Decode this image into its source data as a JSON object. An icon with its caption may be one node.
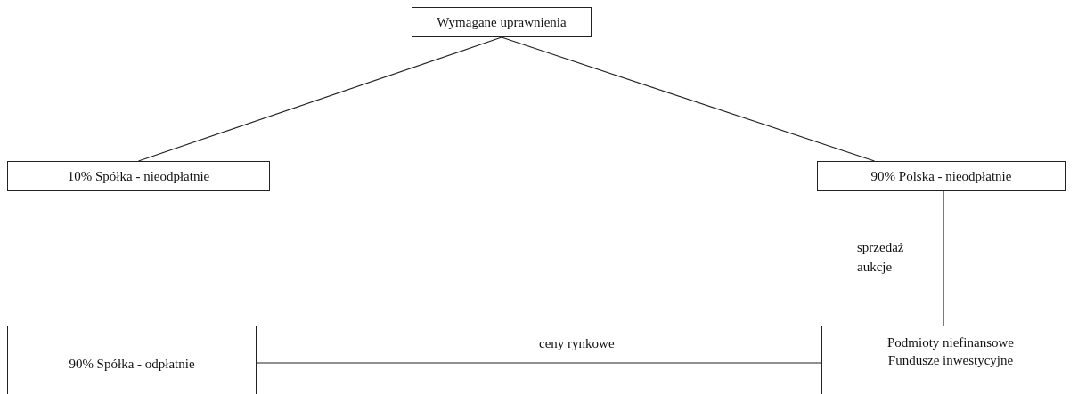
{
  "diagram": {
    "nodes": [
      {
        "text": [
          "Wymagane uprawnienia"
        ]
      },
      {
        "text": [
          "10% Spółka - nieodpłatnie"
        ]
      },
      {
        "text": [
          "90% Polska - nieodpłatnie"
        ]
      },
      {
        "text": [
          "90% Spółka - odpłatnie"
        ]
      },
      {
        "text": [
          "Podmioty niefinansowe Fundusze inwestycyjne"
        ]
      }
    ],
    "edges": [
      {
        "from": 0,
        "to": 1,
        "arrow": "none"
      },
      {
        "from": 0,
        "to": 2,
        "arrow": "none"
      },
      {
        "from": 2,
        "to": 4,
        "arrow": "none",
        "label": "sprzedaż aukcje"
      },
      {
        "from": 3,
        "to": 4,
        "arrow": "none",
        "label": "ceny rynkowe"
      }
    ]
  }
}
